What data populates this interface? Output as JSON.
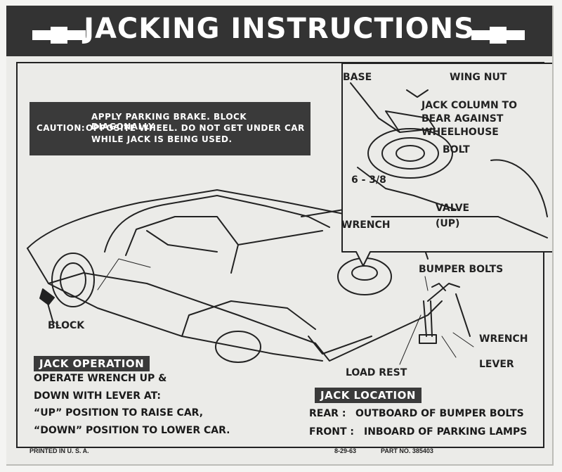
{
  "header": {
    "title": "JACKING INSTRUCTIONS",
    "logo_icon": "bowtie-emblem-icon"
  },
  "caution": {
    "label": "CAUTION:",
    "line1": "APPLY PARKING BRAKE. BLOCK DIAGONALLY",
    "line2": "OPPOSITE WHEEL. DO NOT GET UNDER CAR",
    "line3": "WHILE JACK IS BEING USED."
  },
  "detail_labels": {
    "base": "BASE",
    "wing_nut": "WING NUT",
    "jack_column_1": "JACK COLUMN TO",
    "jack_column_2": "BEAR AGAINST",
    "jack_column_3": "WHEELHOUSE",
    "bolt": "BOLT",
    "dimension": "6 - 3/8",
    "valve": "VALVE",
    "valve_up": "(UP)",
    "wrench": "WRENCH"
  },
  "car_labels": {
    "block": "BLOCK",
    "bumper_bolts": "BUMPER BOLTS",
    "wrench": "WRENCH",
    "lever": "LEVER",
    "load_rest": "LOAD REST"
  },
  "jack_operation": {
    "heading": "JACK OPERATION",
    "line1": "OPERATE WRENCH UP &",
    "line2": "DOWN WITH LEVER AT:",
    "line3": "“UP” POSITION TO RAISE CAR,",
    "line4": "“DOWN” POSITION TO LOWER CAR."
  },
  "jack_location": {
    "heading": "JACK LOCATION",
    "rear_label": "REAR :",
    "rear_text": "OUTBOARD OF BUMPER BOLTS",
    "front_label": "FRONT :",
    "front_text": "INBOARD OF PARKING LAMPS"
  },
  "footer": {
    "printed": "PRINTED IN U. S. A.",
    "date": "8-29-63",
    "part": "PART NO. 385403"
  },
  "colors": {
    "dark_band": "#333333",
    "paper": "#ebebe8",
    "ink": "#222222"
  }
}
